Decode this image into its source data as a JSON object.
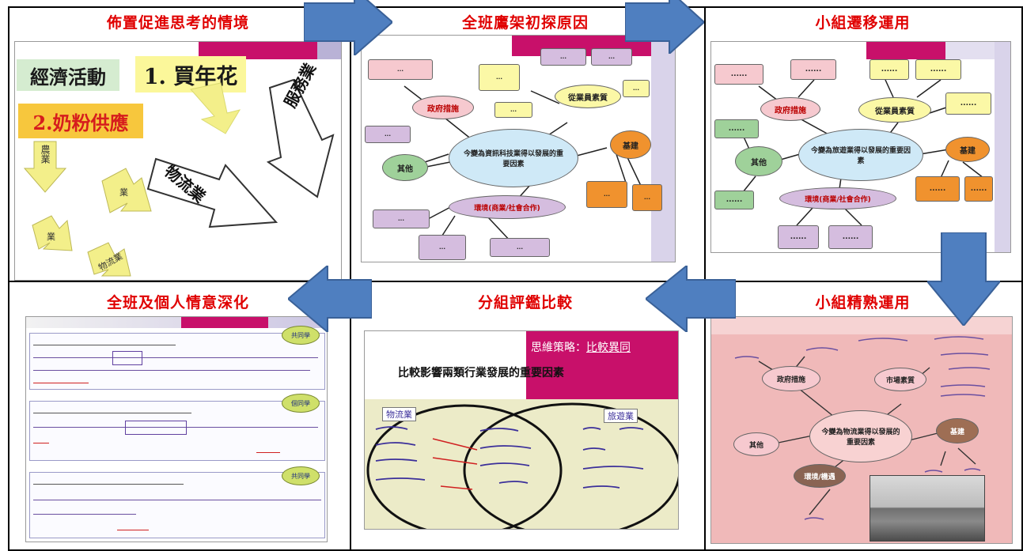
{
  "cells": [
    {
      "id": "c1",
      "title": "佈置促進思考的情境"
    },
    {
      "id": "c2",
      "title": "全班鷹架初探原因"
    },
    {
      "id": "c3",
      "title": "小組遷移運用"
    },
    {
      "id": "c4",
      "title": "全班及個人情意深化"
    },
    {
      "id": "c5",
      "title": "分組評鑑比較"
    },
    {
      "id": "c6",
      "title": "小組精熟運用"
    }
  ],
  "slide1": {
    "title": "經濟活動",
    "item1": "1. 買年花",
    "item2": "2.奶粉供應",
    "arrow_service": "服務業",
    "arrow_logistics": "物流業",
    "arrow_agri": "農業",
    "arrow_a": "業",
    "arrow_b": "業",
    "arrow_c": "物流業"
  },
  "slide2": {
    "center": "今變為資訊科技業得以發展的重要因素",
    "nodes": {
      "gov": "政府措施",
      "industry": "從業員素質",
      "other": "其他",
      "culture": "其他",
      "society": "環境(商業/社會合作)",
      "env": "基建"
    }
  },
  "slide3": {
    "center": "今變為旅遊業得以發展的重要因素",
    "nodes": {
      "gov": "政府措施",
      "industry": "從業員素質",
      "other": "其他",
      "env": "基建",
      "society": "環境(商業/社會合作)"
    },
    "placeholder": "......"
  },
  "slide5": {
    "strategy_label": "思維策略：",
    "strategy_value": "比較異同",
    "heading": "比較影響兩類行業發展的重要因素",
    "left_tag": "物流業",
    "right_tag": "旅遊業"
  },
  "slide6": {
    "center": "今變為物流業得以發展的重要因素",
    "nodes": {
      "gov": "政府措施",
      "industry": "市場素質",
      "other": "其他",
      "env": "基建",
      "society": "環境/機遇"
    }
  },
  "slide4": {
    "badge": "共同學",
    "badge2": "個同學",
    "badge3": "共同學"
  },
  "colors": {
    "title_red": "#e00000",
    "arrow_blue": "#4f7fc0",
    "magenta": "#c8106a"
  }
}
